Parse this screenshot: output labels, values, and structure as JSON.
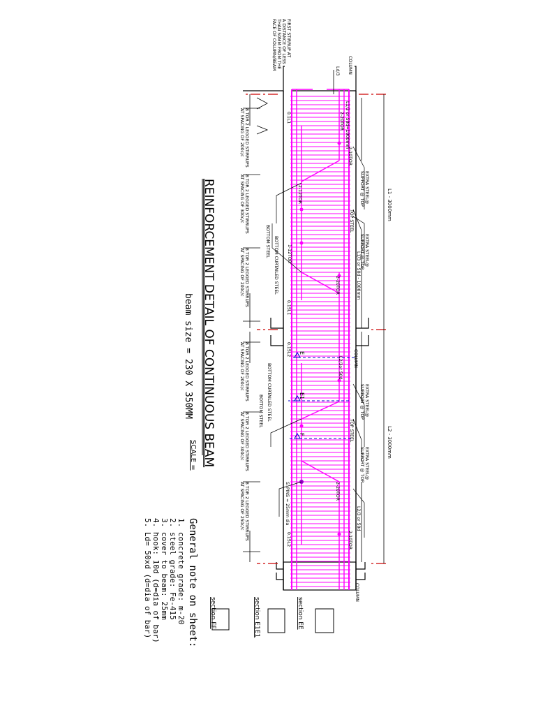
{
  "title": "REINFORCEMENT DETAIL OF CONTINUOUS BEAM",
  "subtitle": "beam size = 230 X 350MM",
  "scale_label": "SCALE =",
  "first_stirrup_note": [
    "FIRST STIRRUP AT",
    "A DISTANCE OF LESS",
    "THAN 50MM FROM THE",
    "FACE OF COLUMN/BEAM"
  ],
  "column_label": "COLUMN",
  "ld3_label": "Ld/3",
  "spans": {
    "l1": "L1 - 3000mm",
    "l2": "L2 - 3000mm",
    "l1_curtail_left": "L1/3 or 50d=1000mm",
    "l1_curtail_right": "L1/3 or 50d - 1000mm",
    "l2_curtail_left": "L2/3or 50d",
    "l2_curtail_right": "L2/3 or 50d"
  },
  "extra_steel": [
    "EXTRA STEEL@",
    "SUPPORT @ TOP"
  ],
  "top_steel": "TOP STEEL",
  "bottom_steel": "BOTTOM STEEL",
  "bottom_curtailed": "BOTTOM CURTAILED STEEL",
  "bars": {
    "b20": "2-20TOR",
    "b10": "2-10TOR",
    "b12": "2-12TOR",
    "b12_single": "1-12TOR",
    "spacer": "S. PINS = 25mm dia"
  },
  "dims": {
    "d01l1": "0.1L1",
    "d015l1": "0.15L1",
    "d015l2": "0.15L2",
    "d015l2b": "0.15L2"
  },
  "stirrups": {
    "s200": [
      "8 TOR 2 LEGGED STIRRUPS",
      "AT SPACING OF 200c/c"
    ],
    "s300": [
      "8 TOR 2 LEGGED STIRRUPS",
      "AT SPACING OF 300c/c"
    ],
    "s250": [
      "8 TOR 2 LEGGED STIRRUPS",
      "AT SPACING OF 250c/c"
    ]
  },
  "section_markers": [
    "E",
    "E1",
    "F"
  ],
  "sections": [
    "section EE",
    "section E1E1",
    "section FF"
  ],
  "notes_title": "General note on sheet:",
  "notes": [
    "1. concrete grade: m-20",
    "2. steel grade: Fe-415",
    "3. cover to beam: 25mm",
    "4. hook: 10d (d=dia of bar)",
    "5. Ld= 50xd (d=dia of bar)"
  ],
  "colors": {
    "rebar": "#ff00ff",
    "centerline": "#cc0000",
    "section_line": "#0000cc",
    "ink": "#000000"
  }
}
